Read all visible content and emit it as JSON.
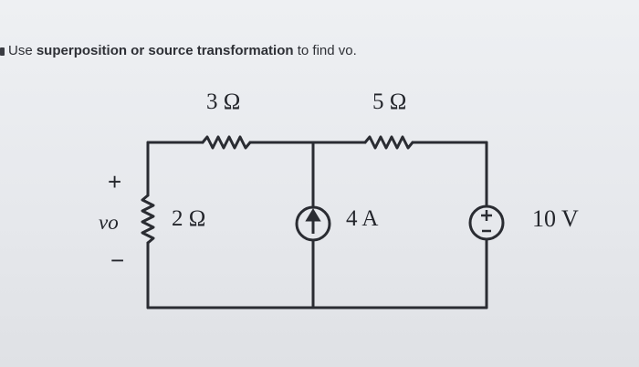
{
  "problem": {
    "prefix": "Use ",
    "bold_text": "superposition or source transformation",
    "suffix": " to find vo."
  },
  "circuit": {
    "resistor_top_left": "3 Ω",
    "resistor_top_right": "5 Ω",
    "resistor_left": "2 Ω",
    "current_source": "4 A",
    "voltage_source": "10 V",
    "vo_plus": "+",
    "vo_minus": "−",
    "vo_label": "vo"
  }
}
